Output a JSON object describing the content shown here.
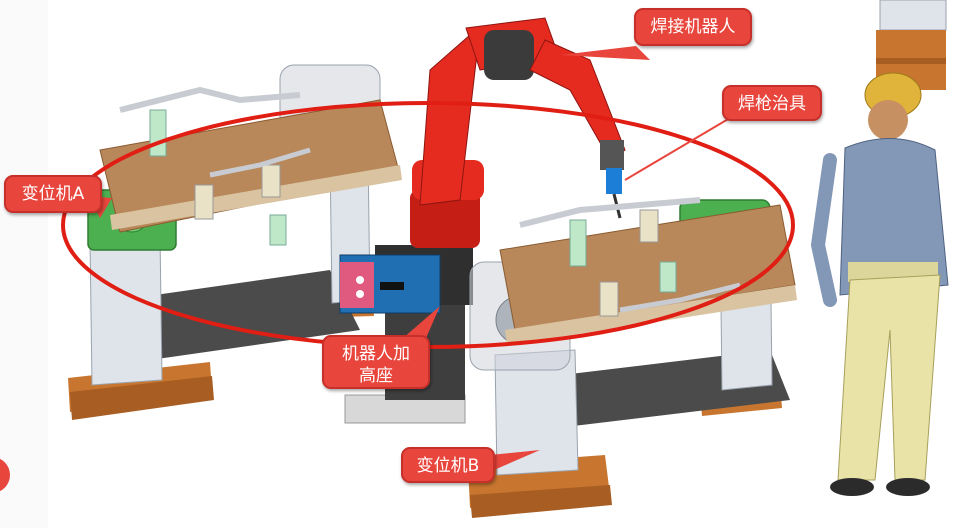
{
  "labels": {
    "robot": "焊接机器人",
    "torch": "焊枪治具",
    "positioner_a": "变位机A",
    "riser": "机器人加高座",
    "positioner_b": "变位机B"
  },
  "colors": {
    "callout": "#e8453c",
    "robot": "#e52b1f",
    "ring": "#e01e14",
    "base": "#c8762f",
    "table": "#b8875a",
    "pillar": "#dfe3ea"
  }
}
